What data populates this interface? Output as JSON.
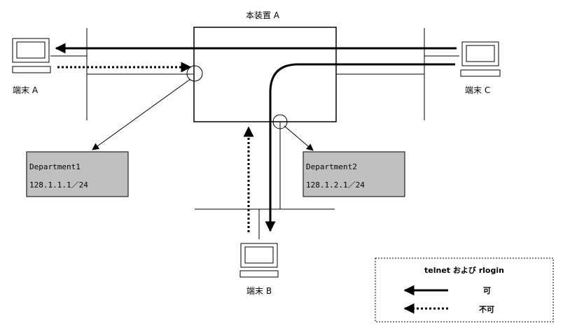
{
  "device": {
    "label": "本装置 A"
  },
  "terminals": {
    "a": {
      "label": "端末 A"
    },
    "b": {
      "label": "端末 B"
    },
    "c": {
      "label": "端末 C"
    }
  },
  "departments": [
    {
      "name": "Department1",
      "address": "128.1.1.1／24"
    },
    {
      "name": "Department2",
      "address": "128.1.2.1／24"
    }
  ],
  "legend": {
    "title": "telnet および rlogin",
    "allowed_label": "可",
    "denied_label": "不可"
  },
  "colors": {
    "department_fill": "#c0c0c0",
    "line": "#000000"
  }
}
